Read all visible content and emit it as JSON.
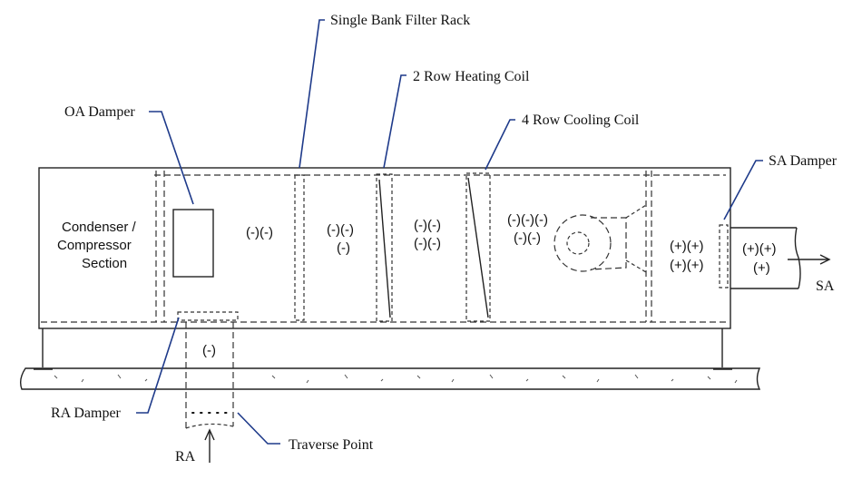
{
  "labels": {
    "single_bank_filter_rack": "Single Bank Filter Rack",
    "row2_heating_coil": "2 Row Heating Coil",
    "row4_cooling_coil": "4 Row Cooling Coil",
    "oa_damper": "OA Damper",
    "sa_damper": "SA Damper",
    "ra_damper": "RA Damper",
    "traverse_point": "Traverse Point",
    "ra": "RA",
    "sa": "SA",
    "condenser_line1": "Condenser /",
    "condenser_line2": "Compressor",
    "condenser_line3": "Section"
  },
  "pressures": {
    "oa_section": "(-)(-)",
    "filter_section_line1": "(-)(-)",
    "filter_section_line2": "(-)",
    "heating_section_line1": "(-)(-)",
    "heating_section_line2": "(-)(-)",
    "cooling_section_line1": "(-)(-)(-)",
    "cooling_section_line2": "(-)(-)",
    "fan_discharge_line1": "(+)(+)",
    "fan_discharge_line2": "(+)(+)",
    "supply_duct_line1": "(+)(+)",
    "supply_duct_line2": "(+)",
    "return_duct": "(-)"
  },
  "colors": {
    "leader": "#1e3a8a",
    "line": "#222222"
  }
}
